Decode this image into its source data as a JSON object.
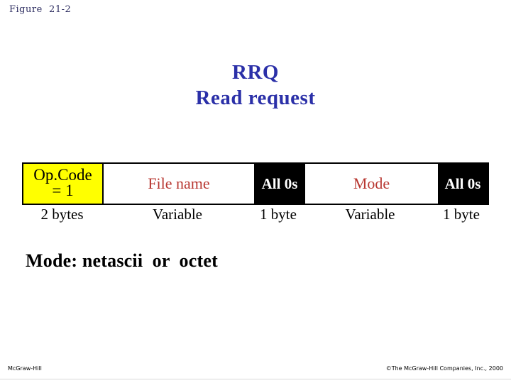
{
  "slide": {
    "figure_label": "Figure  21-2",
    "title_line1": "RRQ",
    "title_line2": "Read request",
    "title_color": "#2b30a8"
  },
  "diagram": {
    "type": "packet-format",
    "fields": [
      {
        "name": "opcode",
        "label_line1": "Op.Code",
        "label_line2": "= 1",
        "size_label": "2 bytes",
        "fill": "#ffff00",
        "text_color": "#000000"
      },
      {
        "name": "file-name",
        "label": "File name",
        "size_label": "Variable",
        "fill": "#ffffff",
        "text_color": "#b83832"
      },
      {
        "name": "all-zeros-1",
        "label": "All 0s",
        "size_label": "1 byte",
        "fill": "#000000",
        "text_color": "#ffffff"
      },
      {
        "name": "mode",
        "label": "Mode",
        "size_label": "Variable",
        "fill": "#ffffff",
        "text_color": "#b83832"
      },
      {
        "name": "all-zeros-2",
        "label": "All 0s",
        "size_label": "1 byte",
        "fill": "#000000",
        "text_color": "#ffffff"
      }
    ]
  },
  "notes": {
    "mode_note": "Mode: netascii  or  octet"
  },
  "footer": {
    "left": "McGraw-Hill",
    "right": "©The McGraw-Hill Companies, Inc., 2000"
  }
}
